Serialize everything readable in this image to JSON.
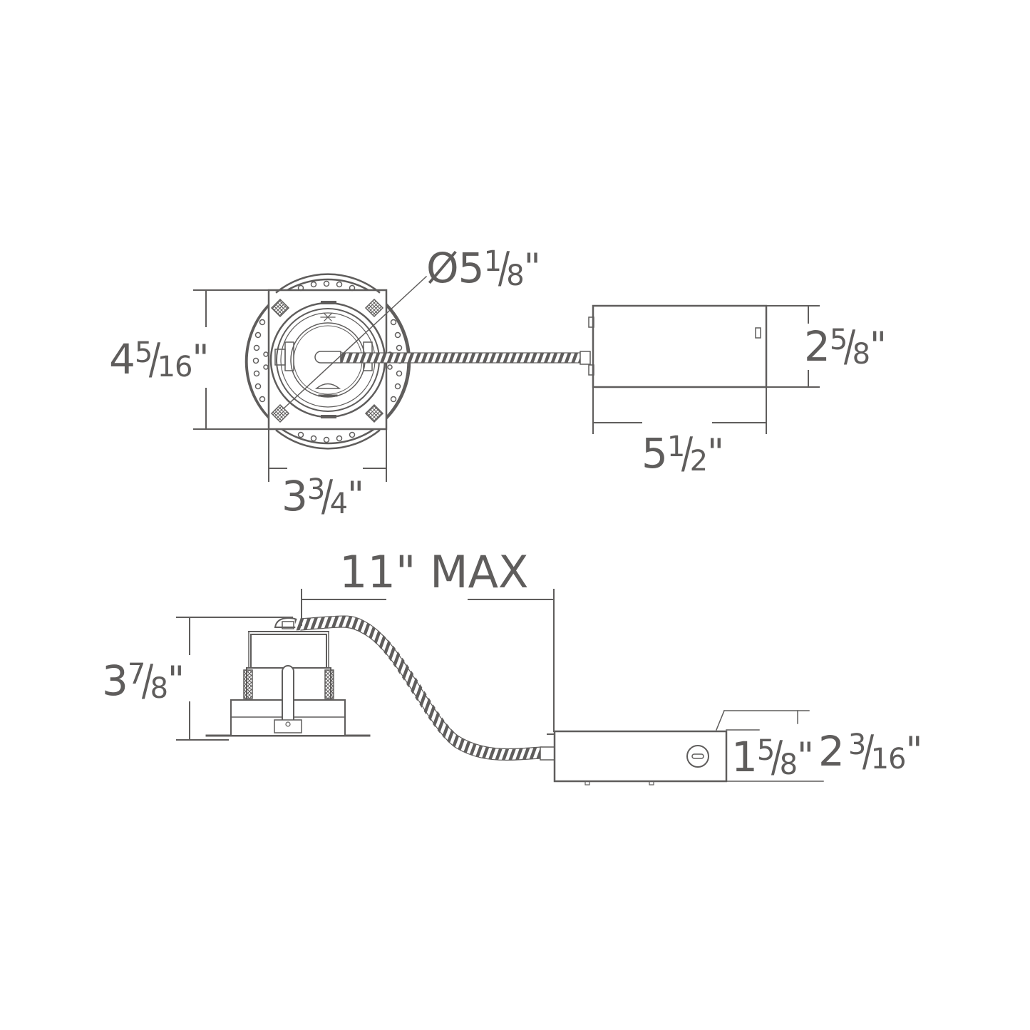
{
  "title": "Recessed downlight housing dimension drawing",
  "colors": {
    "line": "#5f5d5c",
    "background": "#ffffff"
  },
  "top_view": {
    "diameter": {
      "prefix": "Ø",
      "whole": "5",
      "num": "1",
      "den": "8",
      "unit": "\"",
      "label": "Ø5 1/8\""
    },
    "height": {
      "whole": "4",
      "num": "5",
      "den": "16",
      "unit": "\"",
      "label": "4 5/16\""
    },
    "width": {
      "whole": "3",
      "num": "3",
      "den": "4",
      "unit": "\"",
      "label": "3 3/4\""
    },
    "junction_box_height": {
      "whole": "2",
      "num": "5",
      "den": "8",
      "unit": "\"",
      "label": "2 5/8\""
    },
    "junction_box_length": {
      "whole": "5",
      "num": "1",
      "den": "2",
      "unit": "\"",
      "label": "5 1/2\""
    }
  },
  "side_view": {
    "cable_length": {
      "text": "11\" MAX",
      "label": "11\" MAX"
    },
    "housing_height": {
      "whole": "3",
      "num": "7",
      "den": "8",
      "unit": "\"",
      "label": "3 7/8\""
    },
    "box_height": {
      "whole": "1",
      "num": "5",
      "den": "8",
      "unit": "\"",
      "label": "1 5/8\""
    },
    "box_total_height": {
      "whole": "2",
      "num": "3",
      "den": "16",
      "unit": "\"",
      "label": "2 3/16\""
    }
  }
}
